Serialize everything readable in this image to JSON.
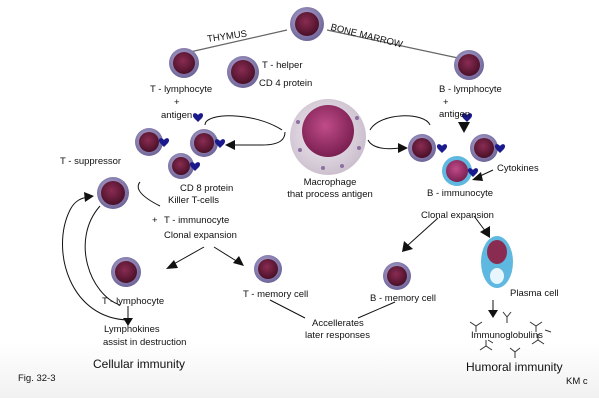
{
  "labels": {
    "thymus": "THYMUS",
    "bone_marrow": "BONE MARROW",
    "t_helper": "T - helper",
    "cd4": "CD 4 protein",
    "t_lymphocyte_top": "T - lymphocyte",
    "plus_left": "+",
    "antigen_left": "antigen",
    "b_lymphocyte_top": "B - lymphocyte",
    "plus_right": "+",
    "antigen_right": "antigen",
    "macrophage": "Macrophage",
    "macrophage_sub": "that process antigen",
    "t_suppressor": "T - suppressor",
    "cd8": "CD 8 protein",
    "killer": "Killer T-cells",
    "t_immunocyte": "T - immunocyte",
    "plus_t_immunocyte": "+",
    "clonal_left": "Clonal expansion",
    "cytokines": "Cytokines",
    "b_immunocyte": "B - immunocyte",
    "clonal_right": "Clonal expansion",
    "t_lymphocyte_bottom": "T - lymphocyte",
    "t_memory": "T - memory cell",
    "b_memory": "B - memory cell",
    "plasma": "Plasma  cell",
    "immunoglobulins": "Immunoglobulins",
    "lymphokines": "Lymphokines",
    "assist": "assist in destruction",
    "accelerates": "Accellerates",
    "later": "later responses",
    "cellular": "Cellular  immunity",
    "humoral": "Humoral  immunity",
    "fig": "Fig. 32-3",
    "initials": "KM c"
  },
  "colors": {
    "cell_outer": "#8c84b4",
    "cell_inner": "#6b1f3c",
    "macrophage": "#a83a78",
    "plasma": "#5fb8e0",
    "arrow": "#111111",
    "heart": "#1a1a8c"
  }
}
